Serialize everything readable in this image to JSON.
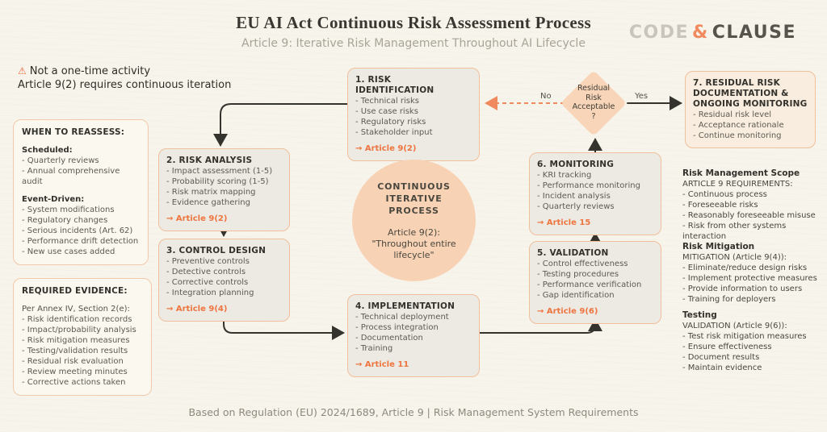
{
  "header": {
    "title": "EU AI Act Continuous Risk Assessment Process",
    "subtitle": "Article 9: Iterative Risk Management Throughout AI Lifecycle",
    "logo": {
      "part1": "CODE",
      "amp": "&",
      "part2": "CLAUSE"
    }
  },
  "warning": {
    "icon": "⚠",
    "line1": "Not a one-time activity",
    "line2": "Article 9(2) requires continuous iteration"
  },
  "left_panels": {
    "reassess": {
      "title": "WHEN TO REASSESS:",
      "scheduled_label": "Scheduled:",
      "scheduled_items": [
        "- Quarterly reviews",
        "- Annual comprehensive audit"
      ],
      "event_label": "Event-Driven:",
      "event_items": [
        "- System modifications",
        "- Regulatory changes",
        "- Serious incidents (Art. 62)",
        "- Performance drift detection",
        "- New use cases added"
      ]
    },
    "evidence": {
      "title": "REQUIRED EVIDENCE:",
      "intro": "Per Annex IV, Section 2(e):",
      "items": [
        "- Risk identification records",
        "- Impact/probability analysis",
        "- Risk mitigation measures",
        "- Testing/validation results",
        "- Residual risk evaluation",
        "- Review meeting minutes",
        "- Corrective actions taken"
      ]
    }
  },
  "flow": {
    "box1": {
      "title": "1. RISK IDENTIFICATION",
      "items": [
        "- Technical risks",
        "- Use case risks",
        "- Regulatory risks",
        "- Stakeholder input"
      ],
      "article": "→ Article 9(2)"
    },
    "box2": {
      "title": "2. RISK ANALYSIS",
      "items": [
        "- Impact assessment (1-5)",
        "- Probability scoring (1-5)",
        "- Risk matrix mapping",
        "- Evidence gathering"
      ],
      "article": "→ Article 9(2)"
    },
    "box3": {
      "title": "3. CONTROL DESIGN",
      "items": [
        "- Preventive controls",
        "- Detective controls",
        "- Corrective controls",
        "- Integration planning"
      ],
      "article": "→ Article 9(4)"
    },
    "box4": {
      "title": "4. IMPLEMENTATION",
      "items": [
        "- Technical deployment",
        "- Process integration",
        "- Documentation",
        "- Training"
      ],
      "article": "→ Article 11"
    },
    "box5": {
      "title": "5. VALIDATION",
      "items": [
        "- Control effectiveness",
        "- Testing procedures",
        "- Performance verification",
        "- Gap identification"
      ],
      "article": "→ Article 9(6)"
    },
    "box6": {
      "title": "6. MONITORING",
      "items": [
        "- KRI tracking",
        "- Performance monitoring",
        "- Incident analysis",
        "- Quarterly reviews"
      ],
      "article": "→ Article 15"
    },
    "decision": {
      "lines": [
        "Residual",
        "Risk",
        "Acceptable",
        "?"
      ],
      "no_label": "No",
      "yes_label": "Yes"
    },
    "box7": {
      "title": "7. RESIDUAL RISK DOCUMENTATION & ONGOING MONITORING",
      "items": [
        "- Residual risk level",
        "- Acceptance rationale",
        "- Continue monitoring"
      ]
    }
  },
  "center_circle": {
    "heading": "CONTINUOUS ITERATIVE PROCESS",
    "quote_line1": "Article 9(2):",
    "quote_line2": "\"Throughout entire lifecycle\""
  },
  "right_notes": [
    {
      "heading": "Risk Management Scope",
      "subheading": "ARTICLE 9 REQUIREMENTS:",
      "items": [
        "- Continuous process",
        "- Foreseeable risks",
        "- Reasonably foreseeable misuse",
        "- Risk from other systems interaction"
      ]
    },
    {
      "heading": "Risk Mitigation",
      "subheading": "MITIGATION (Article 9(4)):",
      "items": [
        "- Eliminate/reduce design risks",
        "- Implement protective measures",
        "- Provide information to users",
        "- Training for deployers"
      ]
    },
    {
      "heading": "Testing",
      "subheading": "VALIDATION (Article 9(6)):",
      "items": [
        "- Test risk mitigation measures",
        "- Ensure effectiveness",
        "- Document results",
        "- Maintain evidence"
      ]
    }
  ],
  "footer": "Based on Regulation (EU) 2024/1689, Article 9 | Risk Management System Requirements",
  "colors": {
    "accent": "#ee7540",
    "peach": "#f8d5b8",
    "arrow": "#35332e",
    "dashed_arrow": "#ef8a5e",
    "logo_gray": "#c9c5bc",
    "logo_dark": "#57544d"
  }
}
